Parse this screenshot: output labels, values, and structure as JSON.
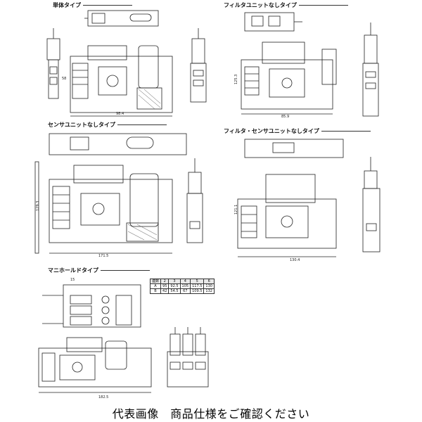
{
  "sections": {
    "single": {
      "title": "単体タイプ"
    },
    "no_filter": {
      "title": "フィルタユニットなしタイプ"
    },
    "no_sensor": {
      "title": "センサユニットなしタイプ"
    },
    "no_filter_sensor": {
      "title": "フィルタ・センサユニットなしタイプ"
    },
    "manifold": {
      "title": "マニホールドタイプ"
    }
  },
  "dimensions": {
    "single_width": "98.4",
    "single_height": "58",
    "no_filter_width": "85.9",
    "no_filter_height": "125.3",
    "no_sensor_width": "171.5",
    "no_sensor_height": "129.3",
    "no_fs_width": "130.4",
    "no_fs_height": "121.1",
    "manifold_width": "182.5",
    "manifold_pitch": "15"
  },
  "spec_table": {
    "rows": [
      [
        "連数",
        "2",
        "3",
        "4",
        "5",
        "6"
      ],
      [
        "A",
        "95",
        "92.5",
        "105",
        "117.5",
        "130"
      ],
      [
        "B",
        "42",
        "54.5",
        "67",
        "109.5",
        "132"
      ]
    ]
  },
  "footer": {
    "note": "代表画像　商品仕様をご確認ください"
  },
  "colors": {
    "line": "#222222",
    "hatch": "#555555",
    "background": "#ffffff"
  }
}
